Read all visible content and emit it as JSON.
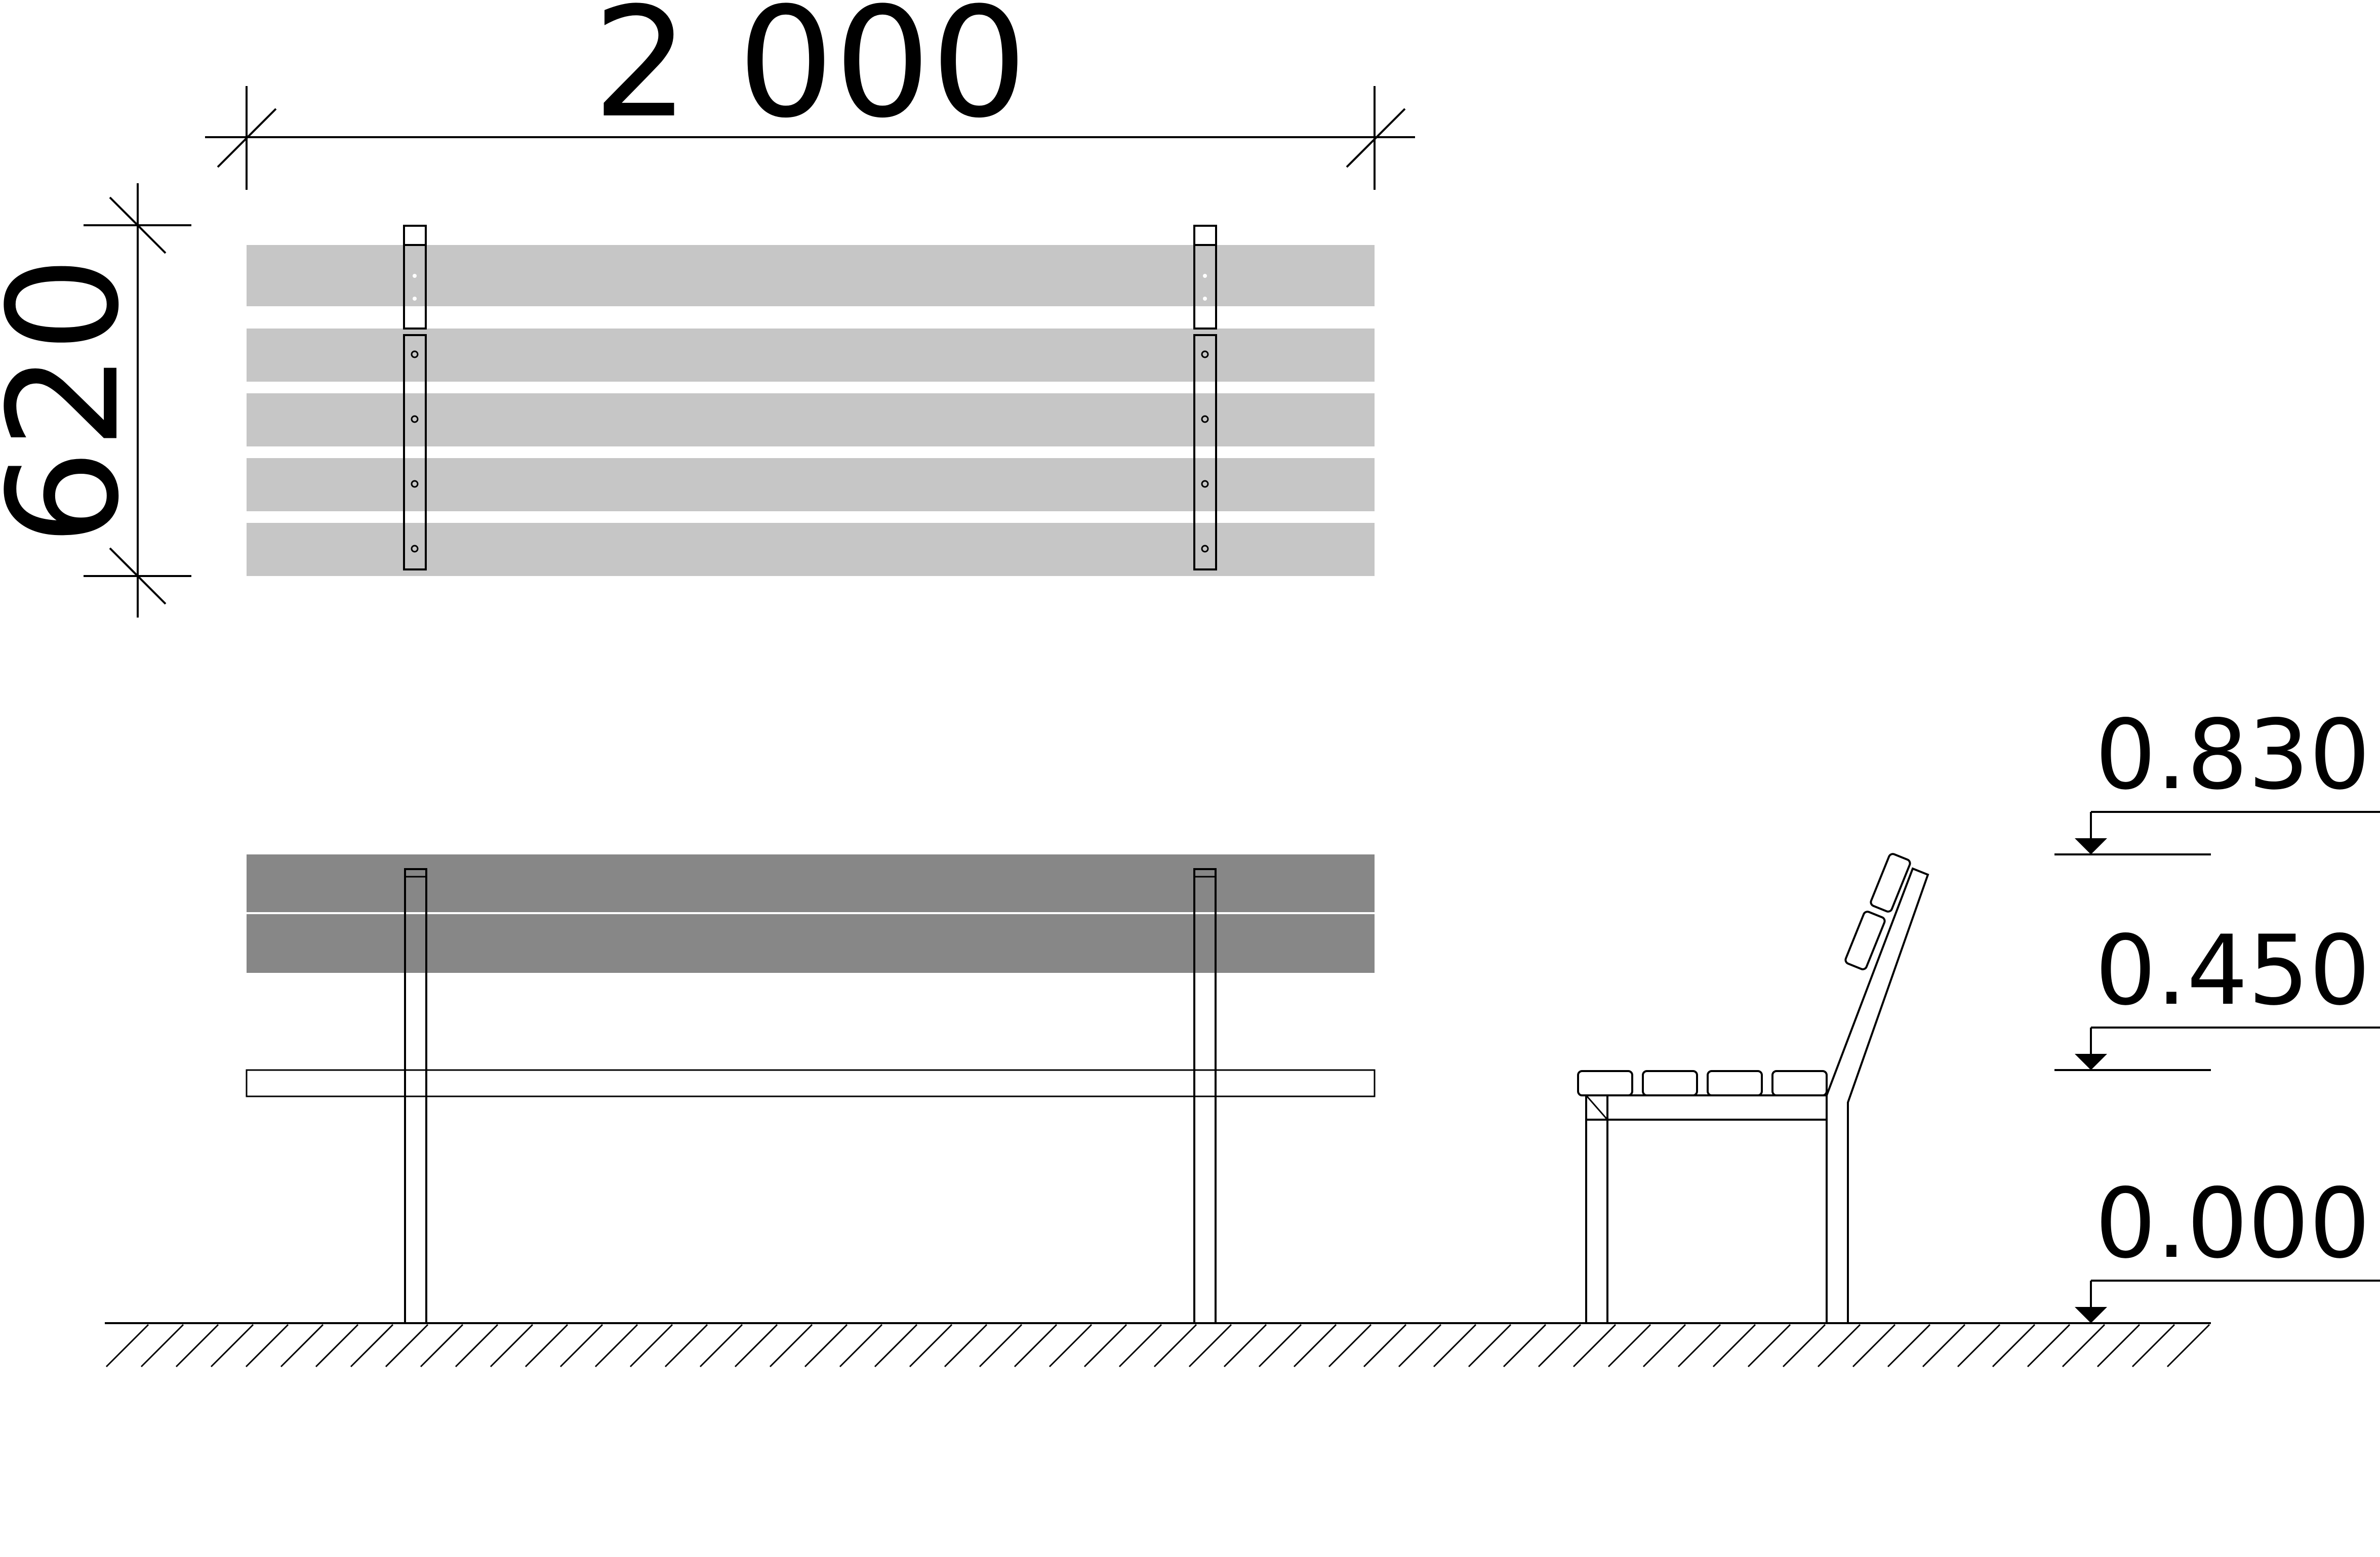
{
  "dimensions": {
    "length": "2 000",
    "depth": "620"
  },
  "levels": {
    "top": "0.830",
    "seat": "0.450",
    "ground": "0.000"
  },
  "colors": {
    "plan_slat": "#c6c6c6",
    "elevation_slat": "#878787",
    "side_profile_slat": "#8a8a8a",
    "side_leg_fill": "#d4d4d4",
    "line": "#000000",
    "background": "#ffffff"
  }
}
